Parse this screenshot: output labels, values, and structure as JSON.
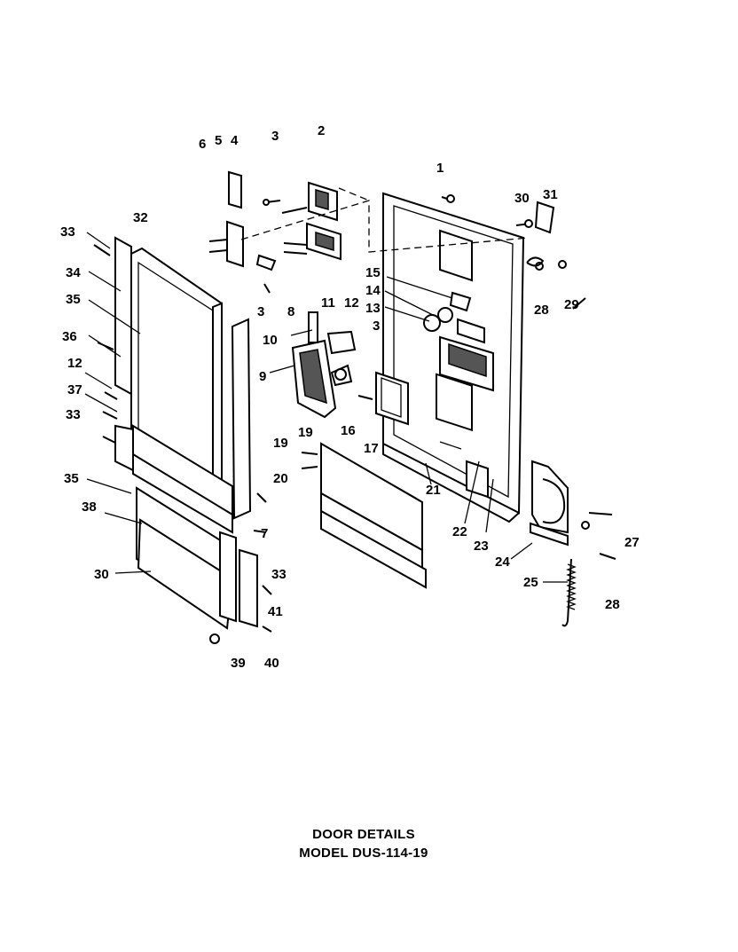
{
  "caption": {
    "line1": "DOOR DETAILS",
    "line2": "MODEL DUS-114-19"
  },
  "parts": {
    "p1": "1",
    "p2": "2",
    "p3a": "3",
    "p3b": "3",
    "p3c": "3",
    "p4": "4",
    "p5": "5",
    "p6": "6",
    "p7": "7",
    "p8": "8",
    "p9": "9",
    "p10": "10",
    "p11": "11",
    "p12a": "12",
    "p12b": "12",
    "p13": "13",
    "p14": "14",
    "p15": "15",
    "p16": "16",
    "p17": "17",
    "p19a": "19",
    "p19b": "19",
    "p20": "20",
    "p21": "21",
    "p22": "22",
    "p23": "23",
    "p24": "24",
    "p25": "25",
    "p27": "27",
    "p28a": "28",
    "p28b": "28",
    "p29": "29",
    "p30a": "30",
    "p30b": "30",
    "p31": "31",
    "p32": "32",
    "p33a": "33",
    "p33b": "33",
    "p33c": "33",
    "p34": "34",
    "p35a": "35",
    "p35b": "35",
    "p36": "36",
    "p37": "37",
    "p38": "38",
    "p39": "39",
    "p40": "40",
    "p41": "41"
  }
}
